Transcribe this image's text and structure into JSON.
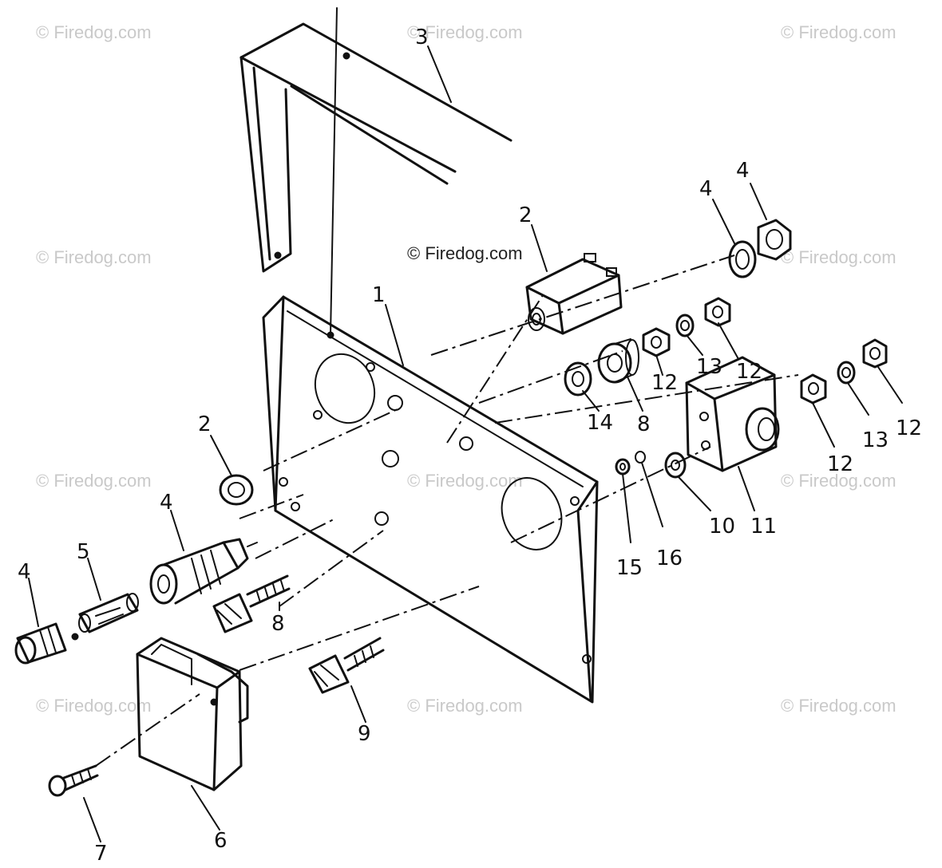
{
  "watermark": {
    "text": "© Firedog.com",
    "color": "#c9c9c9",
    "center_text": "© Firedog.com"
  },
  "callouts": [
    {
      "id": "c1",
      "label": "1"
    },
    {
      "id": "c2a",
      "label": "2"
    },
    {
      "id": "c2b",
      "label": "2"
    },
    {
      "id": "c3",
      "label": "3"
    },
    {
      "id": "c4a",
      "label": "4"
    },
    {
      "id": "c4b",
      "label": "4"
    },
    {
      "id": "c4c",
      "label": "4"
    },
    {
      "id": "c4d",
      "label": "4"
    },
    {
      "id": "c5",
      "label": "5"
    },
    {
      "id": "c6",
      "label": "6"
    },
    {
      "id": "c7",
      "label": "7"
    },
    {
      "id": "c8a",
      "label": "8"
    },
    {
      "id": "c8b",
      "label": "8"
    },
    {
      "id": "c9",
      "label": "9"
    },
    {
      "id": "c10",
      "label": "10"
    },
    {
      "id": "c11",
      "label": "11"
    },
    {
      "id": "c12a",
      "label": "12"
    },
    {
      "id": "c12b",
      "label": "12"
    },
    {
      "id": "c12c",
      "label": "12"
    },
    {
      "id": "c12d",
      "label": "12"
    },
    {
      "id": "c13a",
      "label": "13"
    },
    {
      "id": "c13b",
      "label": "13"
    },
    {
      "id": "c14",
      "label": "14"
    },
    {
      "id": "c15",
      "label": "15"
    },
    {
      "id": "c16",
      "label": "16"
    }
  ]
}
